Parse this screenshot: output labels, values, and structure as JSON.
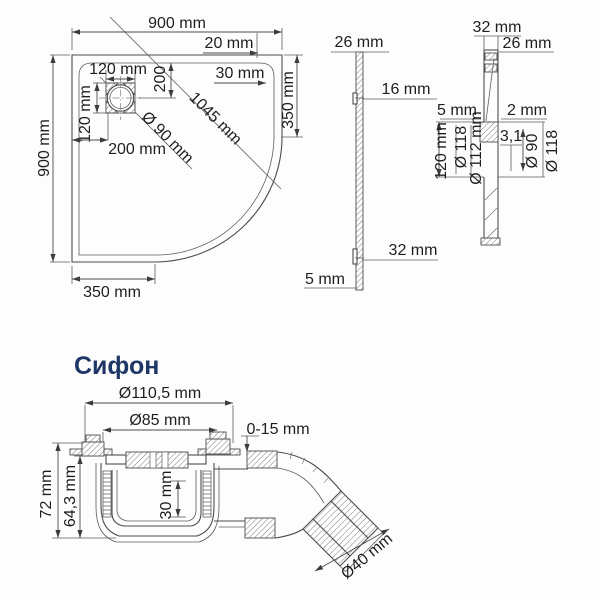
{
  "colors": {
    "background": "#fdfdfe",
    "line": "#4c4c4c",
    "dim_text": "#1e1e1e",
    "title": "#1e3766"
  },
  "plan": {
    "dims": {
      "overall_width": "900 mm",
      "overall_height": "900 mm",
      "edge_top": "20 mm",
      "rim_inner": "30 mm",
      "drain_width": "120 mm",
      "drain_height": "120 mm",
      "drain_offset_top": "200",
      "drain_offset_left": "200 mm",
      "diagonal": "1045 mm",
      "drain_diameter": "Ø 90 mm",
      "straight_right": "350 mm",
      "straight_bottom": "350 mm"
    }
  },
  "side": {
    "dims": {
      "rim": "26 mm",
      "upper": "16 mm",
      "lower": "32 mm",
      "base": "5 mm"
    }
  },
  "section": {
    "dims": {
      "width": "32 mm",
      "rim": "26 mm",
      "gap_left": "5 mm",
      "gap_right": "2 mm",
      "depth": "120 mm",
      "flange_outer": "Ø 118",
      "flange_inner": "Ø 112 mm",
      "wall": "3,1",
      "hole": "Ø 90",
      "outer": "Ø 118"
    }
  },
  "siphon": {
    "title": "Сифон",
    "dims": {
      "flange_outer": "Ø110,5 mm",
      "flange_inner": "Ø85 mm",
      "adjust_range": "0-15 mm",
      "total_height": "72 mm",
      "body_height": "64,3 mm",
      "trap_depth": "30 mm",
      "outlet_diameter": "Ø40 mm"
    }
  }
}
